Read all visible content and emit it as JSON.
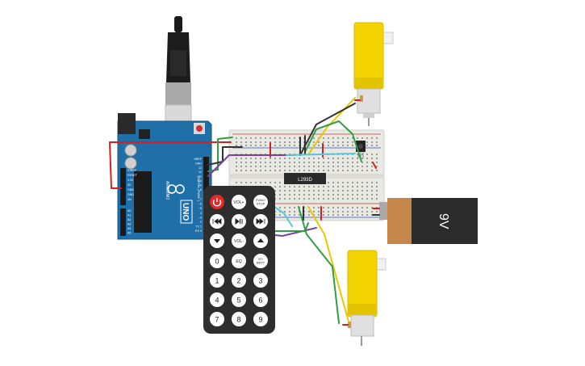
{
  "arduino": {
    "brand": "ARDUINO",
    "model": "UNO",
    "digital_label": "DIGITAL (PWM~)",
    "header_left_pins": [
      "IOREF",
      "RESET",
      "3.3V",
      "5V",
      "GND",
      "GND",
      "Vin"
    ],
    "analog_pins": [
      "A0",
      "A1",
      "A2",
      "A3",
      "A4",
      "A5"
    ],
    "top_pins": [
      "AREF",
      "GND",
      "13",
      "12",
      "~11",
      "~10",
      "~9",
      "8"
    ],
    "lower_pins": [
      "7",
      "~6",
      "~5",
      "4",
      "~3",
      "2",
      "TX 1",
      "RX 0"
    ]
  },
  "driver_chip": {
    "label": "L293D"
  },
  "battery": {
    "label": "9V"
  },
  "remote": {
    "buttons": [
      {
        "label": "",
        "kind": "power"
      },
      {
        "label": "VOL+",
        "kind": "text"
      },
      {
        "label": "FUNC/ STOP",
        "kind": "text"
      },
      {
        "label": "",
        "kind": "prev"
      },
      {
        "label": "",
        "kind": "playpause"
      },
      {
        "label": "",
        "kind": "next"
      },
      {
        "label": "",
        "kind": "down"
      },
      {
        "label": "VOL-",
        "kind": "text"
      },
      {
        "label": "",
        "kind": "up"
      },
      {
        "label": "0",
        "kind": "digit"
      },
      {
        "label": "EQ",
        "kind": "text"
      },
      {
        "label": "ST/ REPT",
        "kind": "text"
      },
      {
        "label": "1",
        "kind": "digit"
      },
      {
        "label": "2",
        "kind": "digit"
      },
      {
        "label": "3",
        "kind": "digit"
      },
      {
        "label": "4",
        "kind": "digit"
      },
      {
        "label": "5",
        "kind": "digit"
      },
      {
        "label": "6",
        "kind": "digit"
      },
      {
        "label": "7",
        "kind": "digit"
      },
      {
        "label": "8",
        "kind": "digit"
      },
      {
        "label": "9",
        "kind": "digit"
      }
    ]
  },
  "colors": {
    "board": "#1f6fa8",
    "breadboard": "#e9e9e4",
    "motor_yellow": "#f3d400",
    "battery_body": "#2b2b2b",
    "battery_cap": "#c8874a",
    "remote_body": "#2e2e2e",
    "power_button": "#e22a2a",
    "wire_red": "#d62020",
    "wire_green": "#2ea043",
    "wire_yellow": "#e8c800",
    "wire_purple": "#7a3fa0",
    "wire_cyan": "#56c7d8",
    "wire_dark": "#333333"
  }
}
